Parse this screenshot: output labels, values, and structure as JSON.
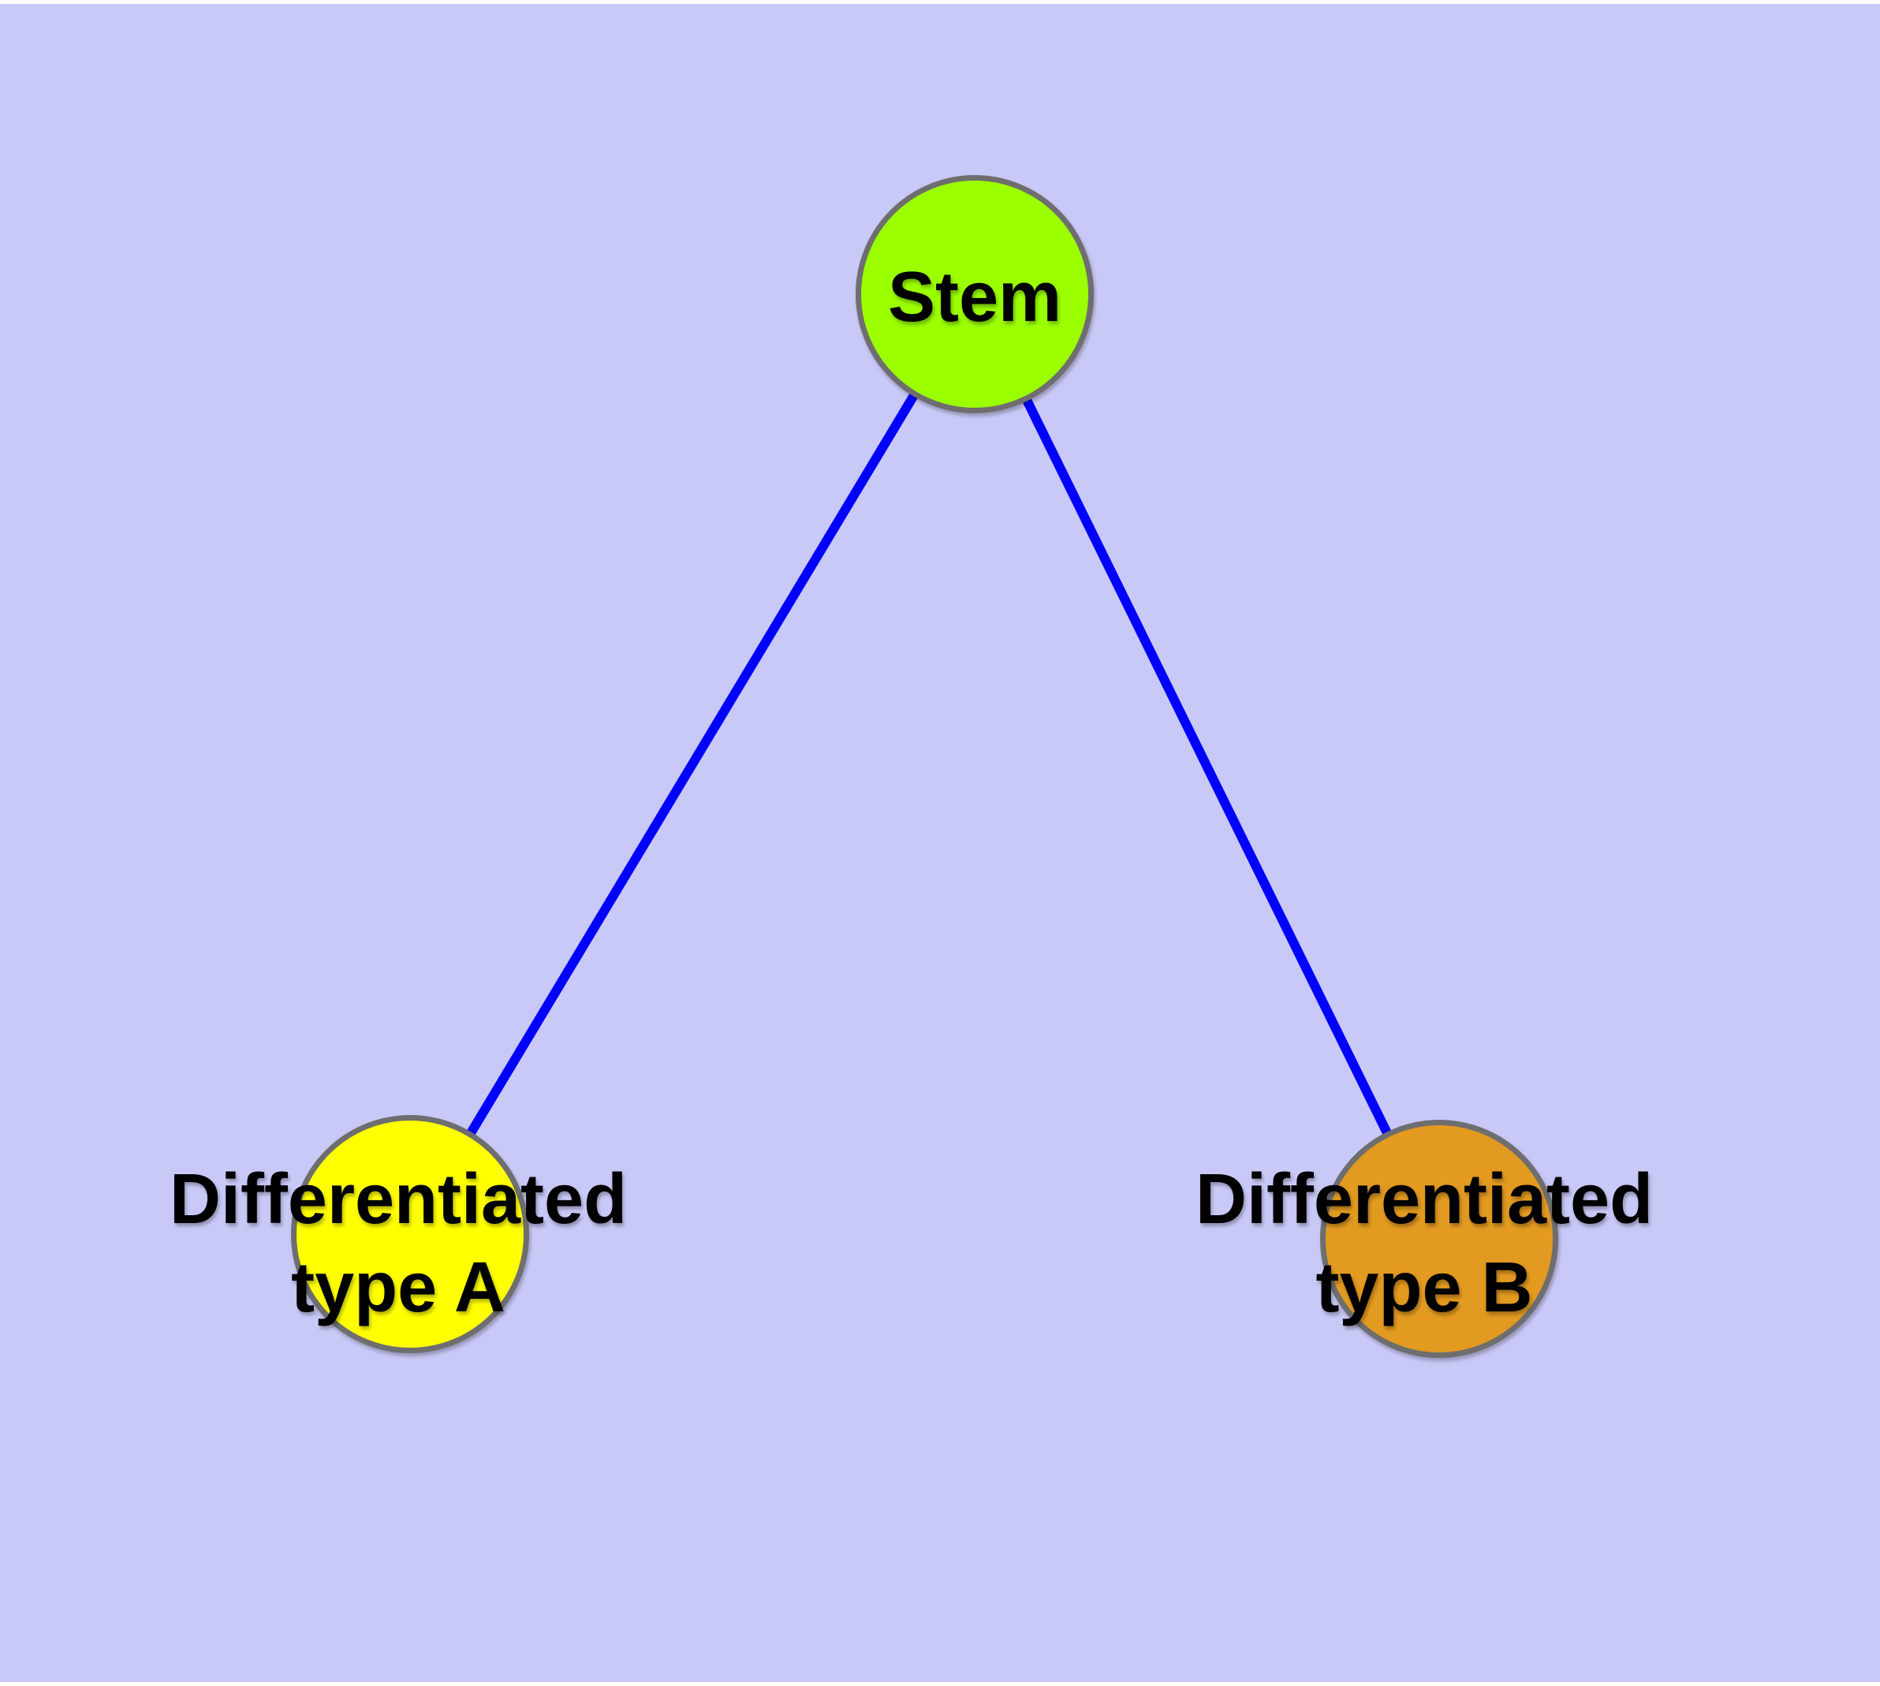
{
  "diagram": {
    "background_color": "#C9C9F8",
    "frame_color": "#FFFFFF",
    "edge_color": "#0000FF",
    "node_border_color": "#6E6E6E",
    "label_color": "#000000",
    "nodes": [
      {
        "id": "stem",
        "lines": [
          "Stem"
        ],
        "fill": "#9BFF00"
      },
      {
        "id": "differentiated-type-a",
        "lines": [
          "Differentiated",
          "type A"
        ],
        "fill": "#FFFF00"
      },
      {
        "id": "differentiated-type-b",
        "lines": [
          "Differentiated",
          "type B"
        ],
        "fill": "#E29A20"
      }
    ],
    "edges": [
      {
        "from": "Stem",
        "to": "Differentiated type A"
      },
      {
        "from": "Stem",
        "to": "Differentiated type B"
      }
    ]
  }
}
